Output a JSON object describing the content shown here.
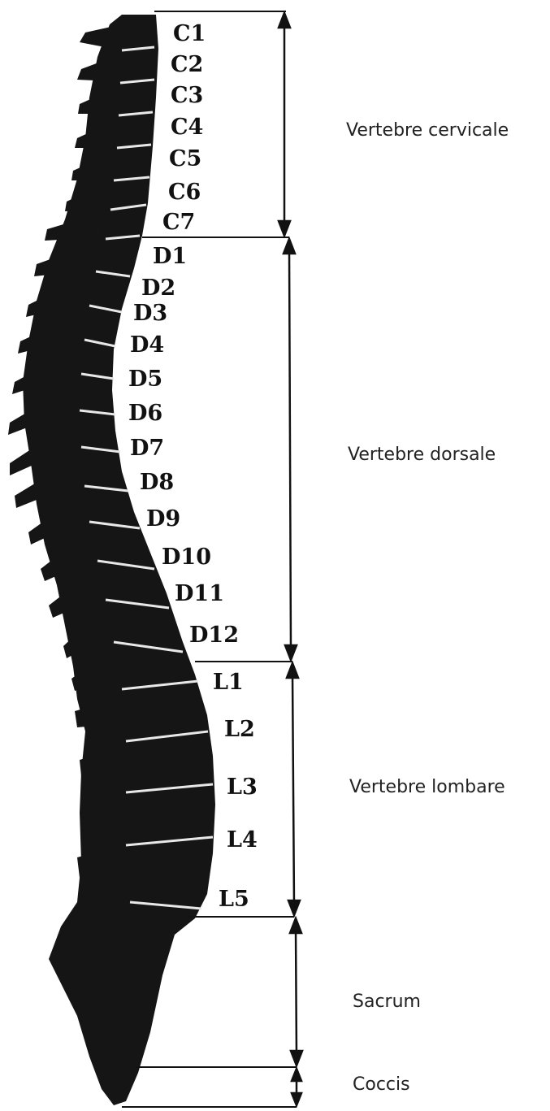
{
  "colors": {
    "bone": "#151515",
    "highlight": "#e8e8e8",
    "line": "#111111"
  },
  "vertebrae": [
    "C1",
    "C2",
    "C3",
    "C4",
    "C5",
    "C6",
    "C7",
    "D1",
    "D2",
    "D3",
    "D4",
    "D5",
    "D6",
    "D7",
    "D8",
    "D9",
    "D10",
    "D11",
    "D12",
    "L1",
    "L2",
    "L3",
    "L4",
    "L5"
  ],
  "regions": {
    "cervical": "Vertebre cervicale",
    "dorsal": "Vertebre dorsale",
    "lumbar": "Vertebre lombare",
    "sacrum": "Sacrum",
    "coccyx": "Coccis"
  }
}
